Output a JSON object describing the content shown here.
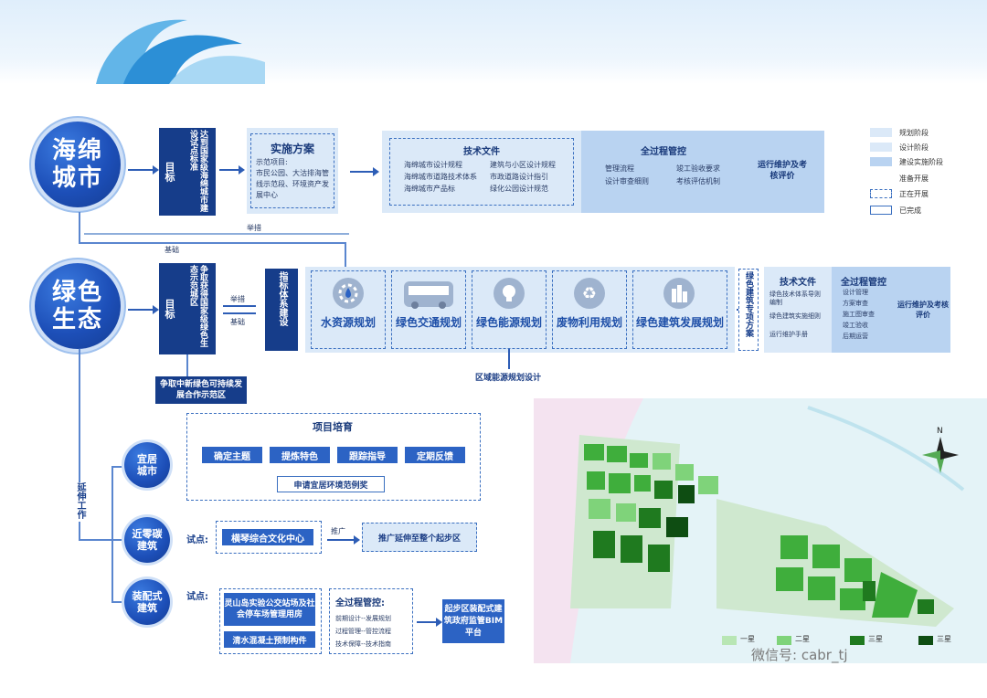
{
  "main": {
    "sponge_city": "海绵城市",
    "green_eco": "绿色生态",
    "livable_city": "宜居城市",
    "near_zero": "近零碳建筑",
    "prefab": "装配式建筑",
    "extend_work": "延伸工作"
  },
  "sponge": {
    "goal_label": "目标",
    "goal_text": "达到国家级海绵城市建设试点标准",
    "impl_title": "实施方案",
    "impl_sub": "示范项目:",
    "impl_desc": "市民公园、大沽排海管线示范段、环境资产发展中心",
    "tech_title": "技术文件",
    "tech_items": [
      "海绵城市设计规程",
      "海绵城市道路技术体系",
      "海绵城市产品标",
      "建筑与小区设计规程",
      "市政道路设计指引",
      "绿化公园设计规范"
    ],
    "mgmt_title": "全过程管控",
    "mgmt_items": [
      "管理流程",
      "设计审查细则",
      "竣工验收要求",
      "考核评估机制"
    ],
    "ops_label": "运行维护及考核评价"
  },
  "links": {
    "measure": "举措",
    "basis": "基础"
  },
  "green": {
    "goal_label": "目标",
    "goal_text": "争取获得国家级绿色生态示范城区",
    "strive_text": "争取中新绿色可持续发展合作示范区",
    "index_label": "指标体系建设",
    "cards": [
      {
        "label": "水资源规划",
        "icon": "water-gear-icon"
      },
      {
        "label": "绿色交通规划",
        "icon": "bus-icon"
      },
      {
        "label": "绿色能源规划",
        "icon": "bulb-icon"
      },
      {
        "label": "废物利用规划",
        "icon": "recycle-icon"
      },
      {
        "label": "绿色建筑发展规划",
        "icon": "building-icon"
      }
    ],
    "energy_sub": "区域能源规划设计",
    "plan_label": "绿色建筑专项方案",
    "tech_title": "技术文件",
    "tech_items": [
      "绿色技术体系导则编制",
      "绿色建筑实施细则",
      "运行维护手册"
    ],
    "mgmt_title": "全过程管控",
    "mgmt_items": [
      "设计管理",
      "方案审查",
      "施工图审查",
      "竣工验收",
      "后期运营"
    ],
    "ops_label": "运行维护及考核评价"
  },
  "livable": {
    "title": "项目培育",
    "buttons": [
      "确定主题",
      "提炼特色",
      "跟踪指导",
      "定期反馈"
    ],
    "award": "申请宜居环境范例奖"
  },
  "nearzero": {
    "pilot": "试点:",
    "box1": "横琴综合文化中心",
    "arrow": "推广",
    "box2": "推广延伸至整个起步区"
  },
  "prefab": {
    "pilot": "试点:",
    "box1": "灵山岛实验公交站场及社会停车场管理用房",
    "box2": "清水混凝土预制构件",
    "mgmt_title": "全过程管控:",
    "mgmt_items": [
      "前期设计--发展规划",
      "过程管理--管控流程",
      "技术保障--技术指南"
    ],
    "platform": "起步区装配式建筑政府监管BIM平台"
  },
  "legend": [
    {
      "label": "规划阶段",
      "style": "light"
    },
    {
      "label": "设计阶段",
      "style": "light"
    },
    {
      "label": "建设实施阶段",
      "style": "mid"
    },
    {
      "label": "准备开展",
      "style": "none"
    },
    {
      "label": "正在开展",
      "style": "dashed"
    },
    {
      "label": "已完成",
      "style": "solid"
    }
  ],
  "map": {
    "north": "N",
    "legend": [
      "一星",
      "二星",
      "三星",
      "三星"
    ],
    "watermark": "微信号: cabr_tj"
  },
  "colors": {
    "navy": "#163d8a",
    "blue": "#2c63c4",
    "light": "#dbe9f8",
    "green_light": "#7fd37a",
    "green_mid": "#3fae3c",
    "green_dark": "#1f7a1f",
    "green_darkest": "#0e4d12"
  }
}
